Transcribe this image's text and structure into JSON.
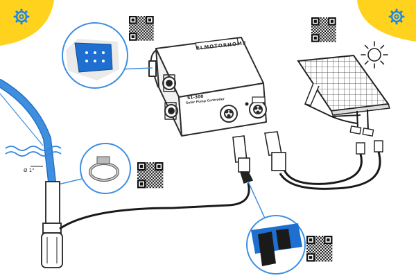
{
  "colors": {
    "accent_yellow": "#FFD21E",
    "accent_blue": "#2E86DE",
    "pipe_blue": "#3E8FE0",
    "gear_blue": "#1E88E5",
    "cable_black": "#1a1a1a",
    "outline": "#2b2b2b"
  },
  "icons": {
    "corner_left": "gear-icon",
    "corner_right": "gear-icon",
    "sun": "sun-icon",
    "qr": "qr-code-icon",
    "waves": "water-waves-icon"
  },
  "controller": {
    "brand": "ELMOTORHOME",
    "model": "S1-300",
    "subtitle": "Solar Pump Controller"
  },
  "pipe": {
    "diameter_label": "Ø 1\""
  }
}
